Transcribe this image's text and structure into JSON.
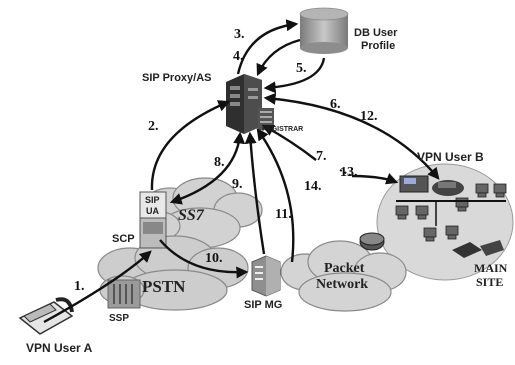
{
  "labels": {
    "db_profile_1": "DB User",
    "db_profile_2": "Profile",
    "sip_proxy": "SIP Proxy/AS",
    "registrar": "REGISTRAR",
    "vpn_user_b": "VPN User B",
    "vpn_user_a": "VPN User A",
    "sip_ua_1": "SIP",
    "sip_ua_2": "UA",
    "ss7": "SS7",
    "scp": "SCP",
    "pstn": "PSTN",
    "ssp": "SSP",
    "sip_mg": "SIP MG",
    "packet_1": "Packet",
    "packet_2": "Network",
    "main_1": "MAIN",
    "main_2": "SITE"
  },
  "steps": [
    "1.",
    "2.",
    "3.",
    "4.",
    "5.",
    "6.",
    "7.",
    "8.",
    "9.",
    "10.",
    "11.",
    "12.",
    "13.",
    "14."
  ],
  "colors": {
    "cloud_fill": "#cfcfcf",
    "cloud_stroke": "#777777",
    "site_fill": "#d9d9d9",
    "db_fill": "#a9a9a9",
    "server_fill": "#333333"
  }
}
